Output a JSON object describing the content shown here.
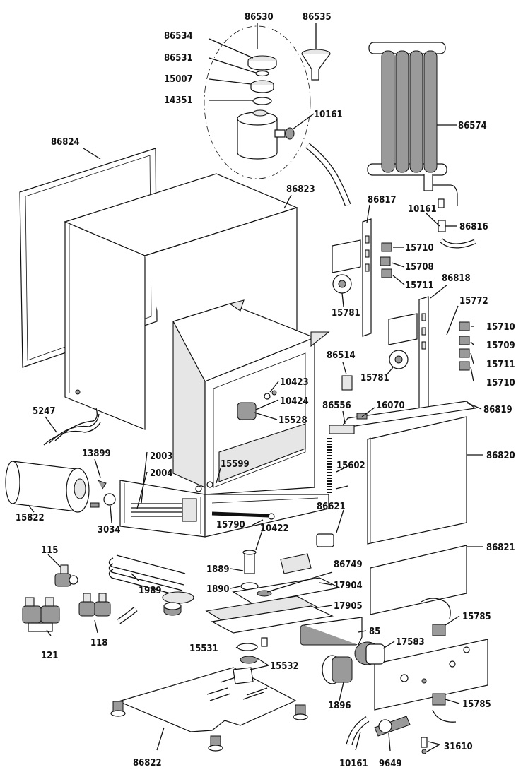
{
  "labels": {
    "l86530": "86530",
    "l86535": "86535",
    "l86534": "86534",
    "l86531": "86531",
    "l15007": "15007",
    "l14351": "14351",
    "l10161a": "10161",
    "l86574": "86574",
    "l86824": "86824",
    "l86823": "86823",
    "l86817": "86817",
    "l10161b": "10161",
    "l86816": "86816",
    "l15710a": "15710",
    "l15708": "15708",
    "l15711a": "15711",
    "l15781a": "15781",
    "l86818": "86818",
    "l15772": "15772",
    "l15710b": "15710",
    "l15709": "15709",
    "l15711b": "15711",
    "l15710c": "15710",
    "l86514": "86514",
    "l15781b": "15781",
    "l10423": "10423",
    "l10424": "10424",
    "l15528": "15528",
    "l86556": "86556",
    "l16070": "16070",
    "l86819": "86819",
    "l5247": "5247",
    "l2003": "2003",
    "l2004": "2004",
    "l13899": "13899",
    "l15599": "15599",
    "l15602": "15602",
    "l86820": "86820",
    "l15822": "15822",
    "l3034": "3034",
    "l15790": "15790",
    "l86621": "86621",
    "l115": "115",
    "l10422": "10422",
    "l1889": "1889",
    "l86749": "86749",
    "l17904": "17904",
    "l86821": "86821",
    "l1989": "1989",
    "l1890": "1890",
    "l17905": "17905",
    "l15785a": "15785",
    "l121": "121",
    "l118": "118",
    "l85": "85",
    "l17583": "17583",
    "l15531": "15531",
    "l15532": "15532",
    "l1896": "1896",
    "l15785b": "15785",
    "l10161c": "10161",
    "l9649": "9649",
    "l31610": "31610",
    "l86822": "86822"
  }
}
